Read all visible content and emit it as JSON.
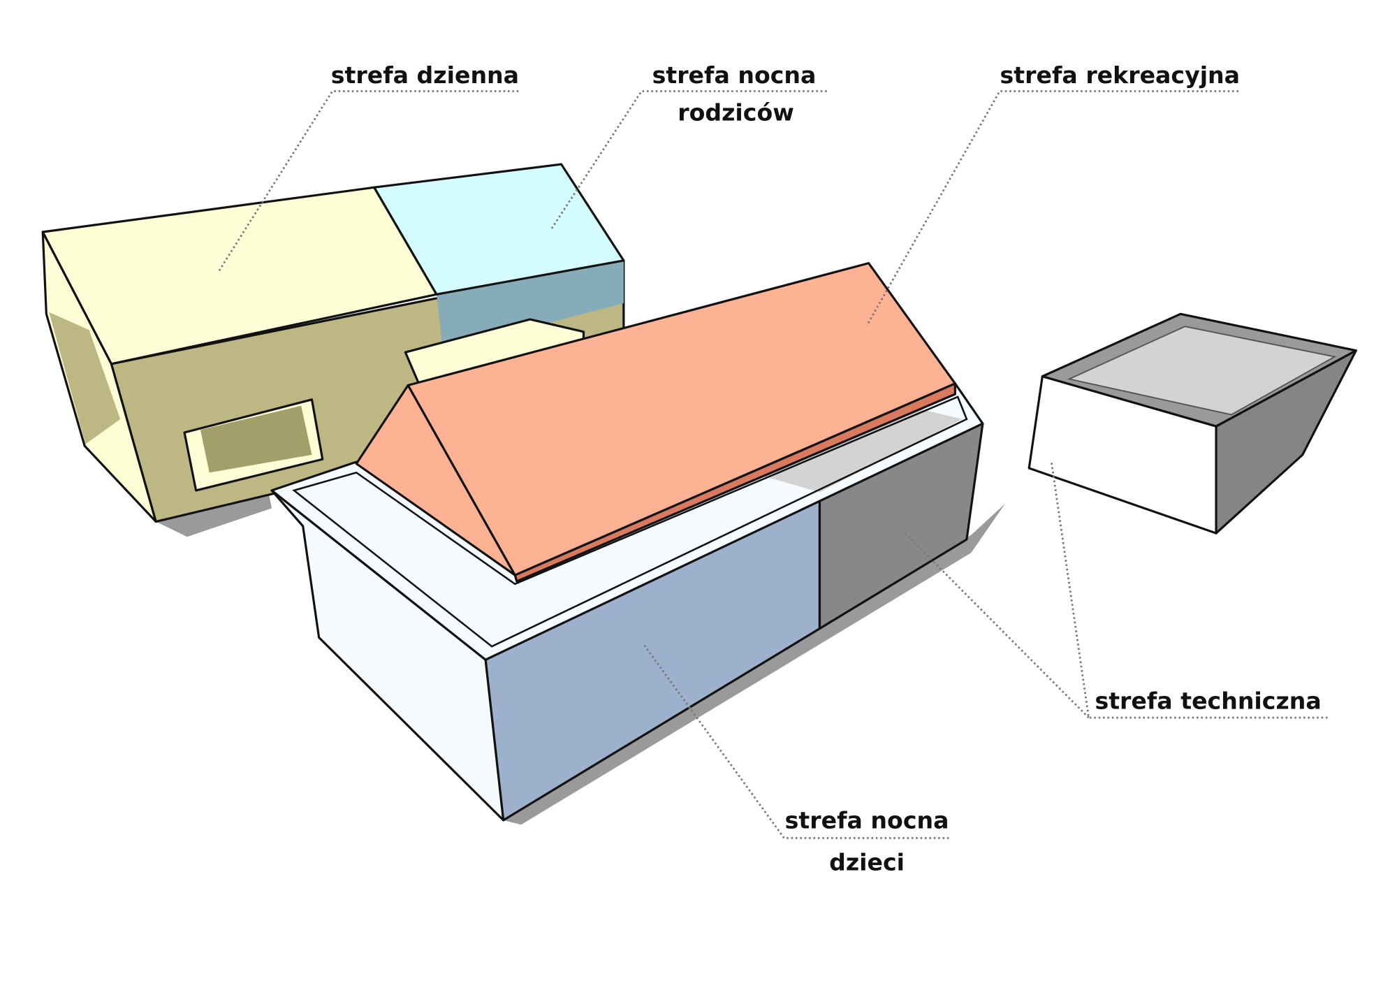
{
  "labels": {
    "day_zone": "strefa dzienna",
    "parents_night_zone_line1": "strefa nocna",
    "parents_night_zone_line2": "rodziców",
    "recreation_zone": "strefa rekreacyjna",
    "technical_zone": "strefa techniczna",
    "children_night_zone_line1": "strefa nocna",
    "children_night_zone_line2": "dzieci"
  },
  "colors": {
    "day_zone": "#fdfdd6",
    "day_zone_wall": "#bdb883",
    "parents_zone": "#d4fbfd",
    "parents_zone_wall": "#86abb9",
    "recreation_zone": "#feb294",
    "children_zone": "#9eb1cc",
    "children_zone_top": "#f5fbff",
    "technical_zone": "#888888",
    "technical_zone_top": "#d3d3d3"
  }
}
